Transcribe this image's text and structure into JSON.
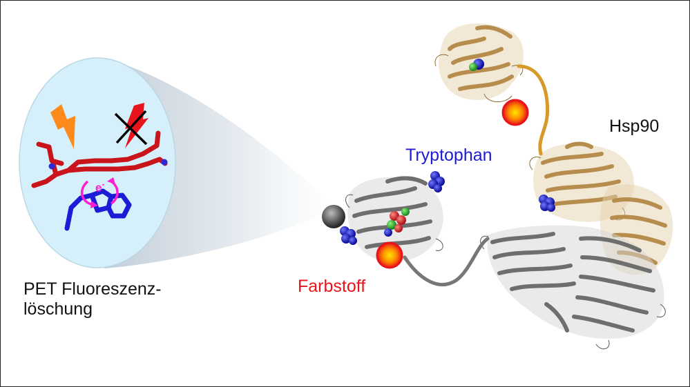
{
  "labels": {
    "caption_line1": "PET Fluoreszenz-",
    "caption_line2": "löschung",
    "dye": "Farbstoff",
    "tryptophan": "Tryptophan",
    "protein": "Hsp90",
    "electron": "e",
    "electron_charge": "-"
  },
  "colors": {
    "dye": "#e8141b",
    "tryptophan": "#1c1cd6",
    "protein_domain_gold": "#c9a46a",
    "protein_domain_gray": "#7d7d7d",
    "linker_gold": "#d69a2a",
    "linker_gray": "#777777",
    "magnifier_fill": "#d6f0fb",
    "electron_arrow": "#ff1fd2",
    "flash": "#ff8a1c"
  },
  "icons": {
    "flash_active": "lightning-bolt-icon",
    "flash_quenched": "crossed-lightning-bolt-icon",
    "dye_marker": "dye-sphere-icon",
    "magnifier_pivot": "gray-sphere-icon"
  }
}
